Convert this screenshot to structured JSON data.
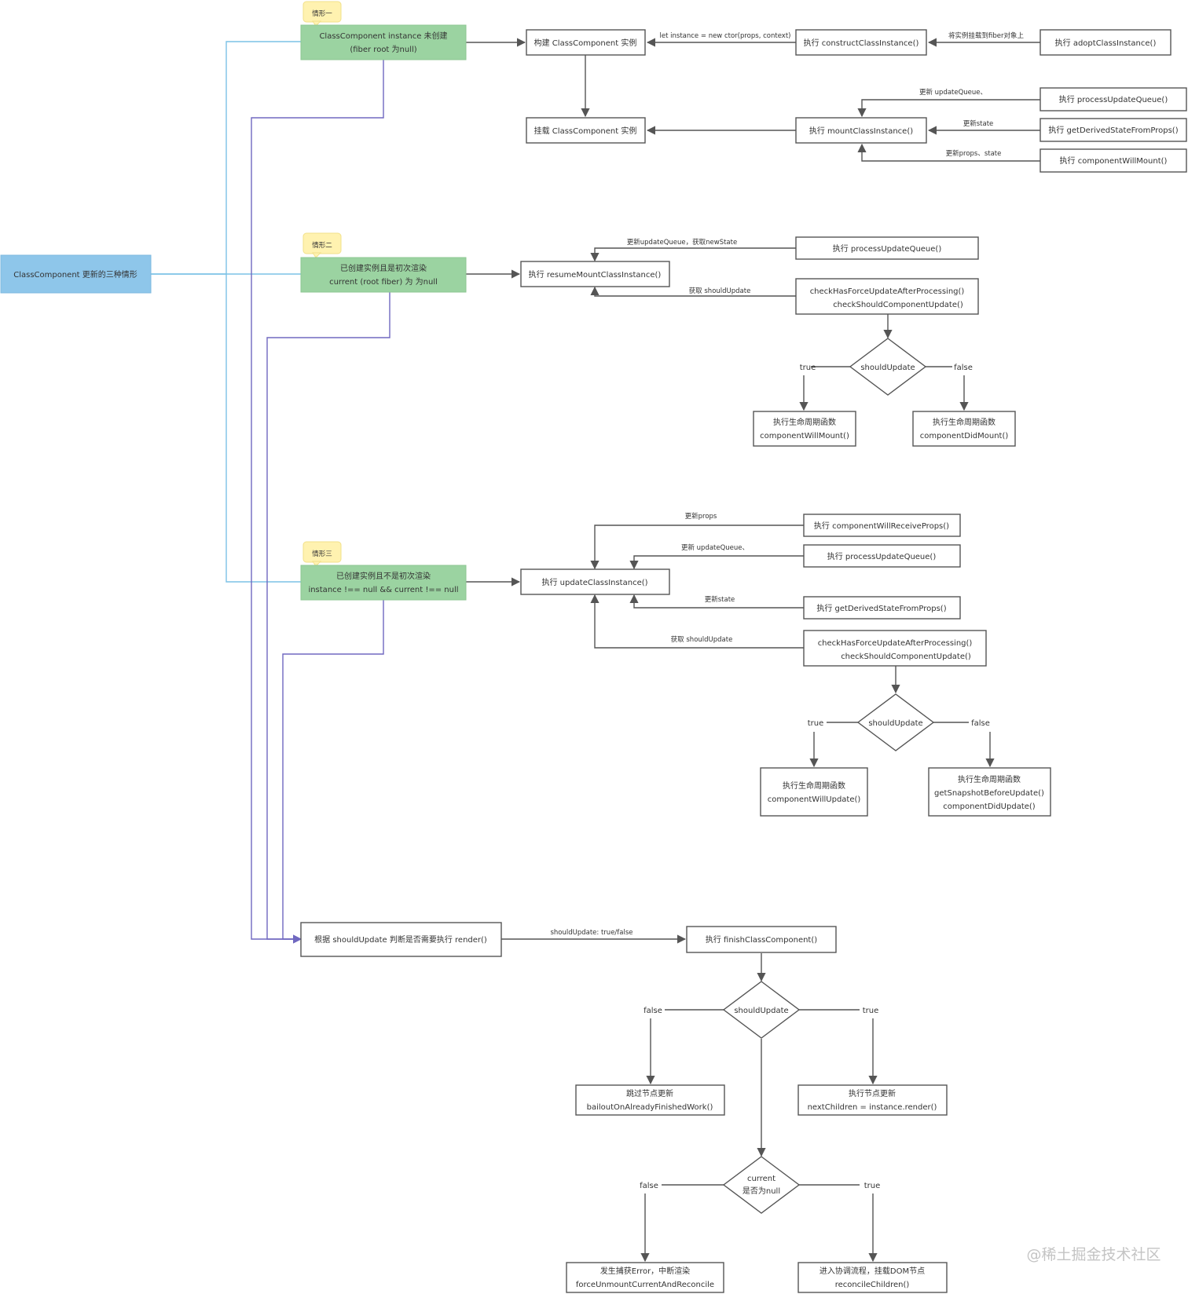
{
  "root": "ClassComponent 更新的三种情形",
  "case1": {
    "tag": "情形一",
    "title_lines": [
      "ClassComponent instance 未创建",
      "(fiber root 为null)"
    ],
    "build": "构建 ClassComponent 实例",
    "construct": "执行 constructClassInstance()",
    "adopt": "执行 adoptClassInstance()",
    "lbl_new_instance": "let instance = new ctor(props, context)",
    "lbl_attach": "将实例挂载到fiber对象上",
    "mount_instance": "挂载 ClassComponent 实例",
    "mount_class": "执行 mountClassInstance()",
    "process_queue": "执行 processUpdateQueue()",
    "derived_state": "执行 getDerivedStateFromProps()",
    "will_mount": "执行 componentWillMount()",
    "lbl_update_queue": "更新 updateQueue、",
    "lbl_update_state": "更新state",
    "lbl_update_props_state": "更新props、state"
  },
  "case2": {
    "tag": "情形二",
    "title_lines": [
      "已创建实例且是初次渲染",
      "current (root fiber) 为 为null"
    ],
    "resume": "执行 resumeMountClassInstance()",
    "process_queue": "执行 processUpdateQueue()",
    "check_lines": [
      "checkHasForceUpdateAfterProcessing()",
      "checkShouldComponentUpdate()"
    ],
    "lbl_queue": "更新updateQueue，获取newState",
    "lbl_should": "获取 shouldUpdate",
    "diamond": "shouldUpdate",
    "true_label": "true",
    "false_label": "false",
    "true_box": [
      "执行生命周期函数",
      "componentWillMount()"
    ],
    "false_box": [
      "执行生命周期函数",
      "componentDidMount()"
    ]
  },
  "case3": {
    "tag": "情形三",
    "title_lines": [
      "已创建实例且不是初次渲染",
      "instance !== null && current !== null"
    ],
    "update": "执行 updateClassInstance()",
    "receive_props": "执行 componentWillReceiveProps()",
    "process_queue": "执行 processUpdateQueue()",
    "derived_state": "执行 getDerivedStateFromProps()",
    "check_lines": [
      "checkHasForceUpdateAfterProcessing()",
      "checkShouldComponentUpdate()"
    ],
    "lbl_props": "更新props",
    "lbl_queue": "更新 updateQueue、",
    "lbl_state": "更新state",
    "lbl_should": "获取 shouldUpdate",
    "diamond": "shouldUpdate",
    "true_label": "true",
    "false_label": "false",
    "true_box": [
      "执行生命周期函数",
      "componentWillUpdate()"
    ],
    "false_box": [
      "执行生命周期函数",
      "getSnapshotBeforeUpdate()",
      "componentDidUpdate()"
    ]
  },
  "render": {
    "decide": "根据 shouldUpdate 判断是否需要执行 render()",
    "lbl_should": "shouldUpdate: true/false",
    "finish": "执行 finishClassComponent()",
    "diamond": "shouldUpdate",
    "false_label": "false",
    "true_label": "true",
    "skip_box": [
      "跳过节点更新",
      "bailoutOnAlreadyFinishedWork()"
    ],
    "exec_box": [
      "执行节点更新",
      "nextChildren = instance.render()"
    ],
    "current_lines": [
      "current",
      "是否为null"
    ],
    "false2_label": "false",
    "true2_label": "true",
    "error_box": [
      "发生捕获Error，中断渲染",
      "forceUnmountCurrentAndReconcile"
    ],
    "reconcile_box": [
      "进入协调流程，挂载DOM节点",
      "reconcileChildren()"
    ]
  },
  "watermark": "@稀土掘金技术社区"
}
